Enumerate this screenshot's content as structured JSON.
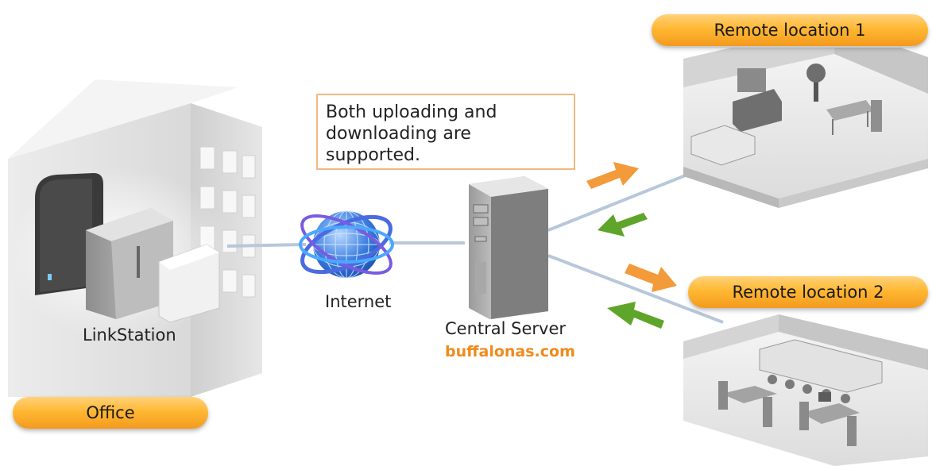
{
  "labels": {
    "office": "Office",
    "linkstation": "LinkStation",
    "internet": "Internet",
    "central_server": "Central Server",
    "domain": "buffalonas.com",
    "remote1": "Remote location 1",
    "remote2": "Remote location 2"
  },
  "note": {
    "line1": "Both uploading and",
    "line2": "downloading are supported."
  },
  "colors": {
    "pill_orange": "#ffb833",
    "upload_arrow": "#f39a3a",
    "download_arrow": "#5ea52a",
    "brand_orange": "#f08a1c",
    "note_border": "#f2b882"
  }
}
